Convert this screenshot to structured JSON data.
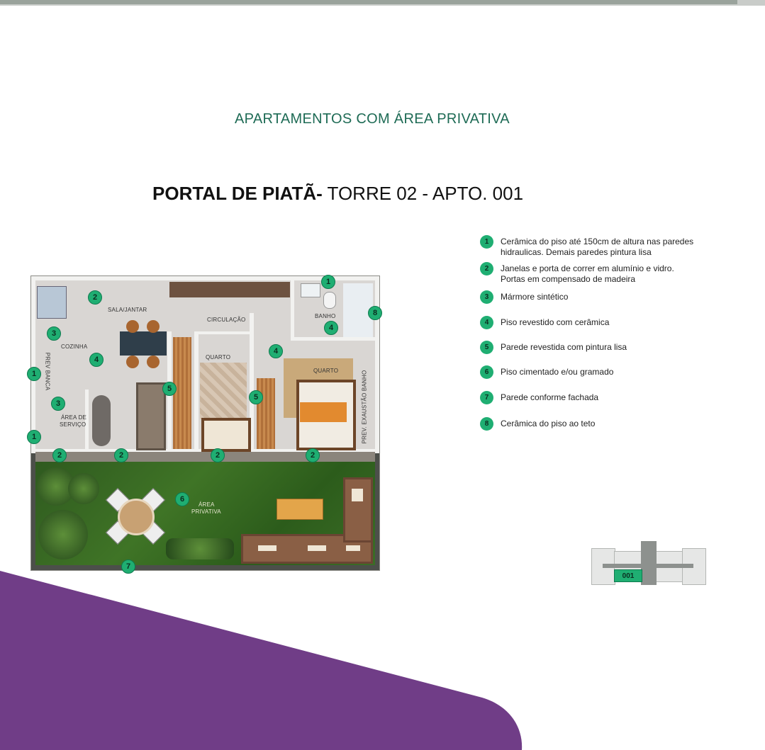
{
  "header": {
    "subtitle": "APARTAMENTOS COM ÁREA PRIVATIVA",
    "title_bold": "PORTAL DE PIATÃ-",
    "title_rest": " TORRE 02 - APTO. 001"
  },
  "plan": {
    "rooms": {
      "sala_jantar": "SALA/JANTAR",
      "circulacao": "CIRCULAÇÃO",
      "banho": "BANHO",
      "cozinha": "COZINHA",
      "quarto_1": "QUARTO",
      "quarto_2": "QUARTO",
      "area_servico_1": "ÁREA DE",
      "area_servico_2": "SERVIÇO",
      "area_privativa_1": "ÁREA",
      "area_privativa_2": "PRIVATIVA",
      "prev_banca": "PREV BANCA",
      "exaustao": "PREV. EXAUSTÃO BANHO"
    },
    "markers": [
      "1",
      "2",
      "3",
      "4",
      "5",
      "6",
      "7",
      "8"
    ]
  },
  "legend": {
    "items": [
      {
        "num": "1",
        "text": "Cerâmica do piso até 150cm de altura nas paredes\nhidraulicas. Demais paredes pintura lisa"
      },
      {
        "num": "2",
        "text": "Janelas e porta de correr em alumínio e vidro.\nPortas em compensado de madeira"
      },
      {
        "num": "3",
        "text": "Mármore sintético"
      },
      {
        "num": "4",
        "text": "Piso revestido com cerâmica"
      },
      {
        "num": "5",
        "text": "Parede revestida com pintura lisa"
      },
      {
        "num": "6",
        "text": "Piso cimentado e/ou gramado"
      },
      {
        "num": "7",
        "text": "Parede conforme fachada"
      },
      {
        "num": "8",
        "text": "Cerâmica do piso ao teto"
      }
    ]
  },
  "keyplan": {
    "unit_label": "001"
  },
  "colors": {
    "accent_green": "#1fae72",
    "title_green": "#1e6b55",
    "purple": "#703d87"
  }
}
